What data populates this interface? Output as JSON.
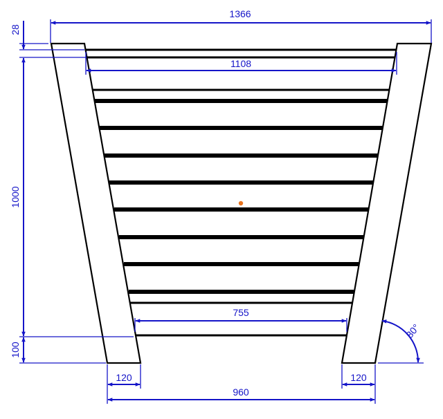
{
  "dimensions": {
    "top_overall_width": "1366",
    "top_slat_width": "1108",
    "bottom_slat_width": "755",
    "bottom_overall_width": "960",
    "left_post_width": "120",
    "right_post_width": "120",
    "top_offset_height": "28",
    "main_height": "1000",
    "bottom_height": "100",
    "post_angle": "80°"
  },
  "colors": {
    "dimension": "#1414c8",
    "outline": "#000000",
    "center_mark": "#e8731e"
  }
}
